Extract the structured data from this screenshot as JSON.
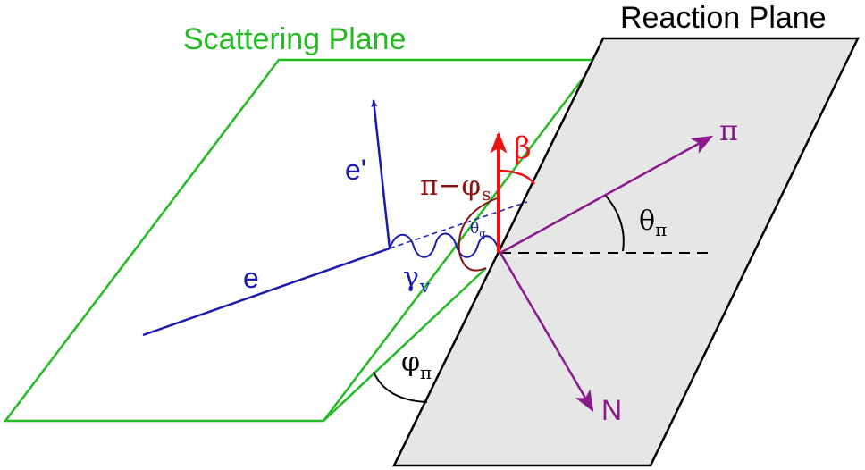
{
  "labels": {
    "scattering_plane": "Scattering Plane",
    "reaction_plane": "Reaction Plane",
    "electron": "e",
    "electron_prime": "e'",
    "gamma": "γ",
    "gamma_sub": "v",
    "pion": "π",
    "nucleon": "N",
    "beta": "β",
    "pi_minus": "π−φ",
    "pi_minus_sub": "s",
    "theta_q": "θ",
    "theta_q_sub": "q",
    "theta_pi": "θ",
    "theta_pi_sub": "π",
    "phi_pi": "φ",
    "phi_pi_sub": "π"
  },
  "colors": {
    "scattering_plane": "#22bb22",
    "reaction_plane_fill": "#e6e6e6",
    "reaction_plane_edge": "#000000",
    "electron": "#1a1ab0",
    "hadron": "#8a1a8a",
    "beta": "#ee1111",
    "angle_dark_red": "#8b1010",
    "black": "#000000"
  }
}
